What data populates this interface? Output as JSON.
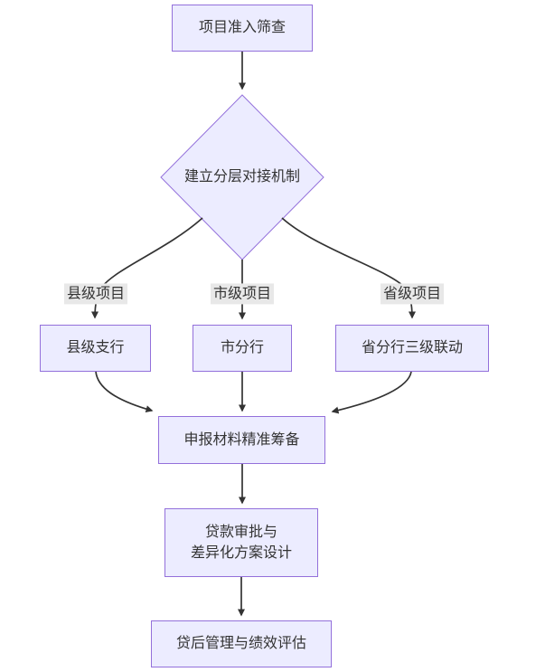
{
  "diagram": {
    "type": "flowchart",
    "direction": "top-to-bottom",
    "nodes": [
      {
        "id": "A",
        "shape": "rect",
        "label": "项目准入筛查"
      },
      {
        "id": "B",
        "shape": "diamond",
        "label": "建立分层对接机制"
      },
      {
        "id": "C",
        "shape": "rect",
        "label": "县级支行"
      },
      {
        "id": "D",
        "shape": "rect",
        "label": "市分行"
      },
      {
        "id": "E",
        "shape": "rect",
        "label": "省分行三级联动"
      },
      {
        "id": "F",
        "shape": "rect",
        "label": "申报材料精准筹备"
      },
      {
        "id": "G",
        "shape": "rect",
        "label": "贷款审批与\n差异化方案设计"
      },
      {
        "id": "H",
        "shape": "rect",
        "label": "贷后管理与绩效评估"
      }
    ],
    "edges": [
      {
        "from": "A",
        "to": "B",
        "label": ""
      },
      {
        "from": "B",
        "to": "C",
        "label": "县级项目"
      },
      {
        "from": "B",
        "to": "D",
        "label": "市级项目"
      },
      {
        "from": "B",
        "to": "E",
        "label": "省级项目"
      },
      {
        "from": "C",
        "to": "F",
        "label": ""
      },
      {
        "from": "D",
        "to": "F",
        "label": ""
      },
      {
        "from": "E",
        "to": "F",
        "label": ""
      },
      {
        "from": "F",
        "to": "G",
        "label": ""
      },
      {
        "from": "G",
        "to": "H",
        "label": ""
      }
    ],
    "colors": {
      "node_fill": "#ECECFF",
      "node_border": "#9370DB",
      "edge": "#333333",
      "label_bg": "#e8e8e8",
      "text": "#333333",
      "background": "#ffffff"
    }
  }
}
